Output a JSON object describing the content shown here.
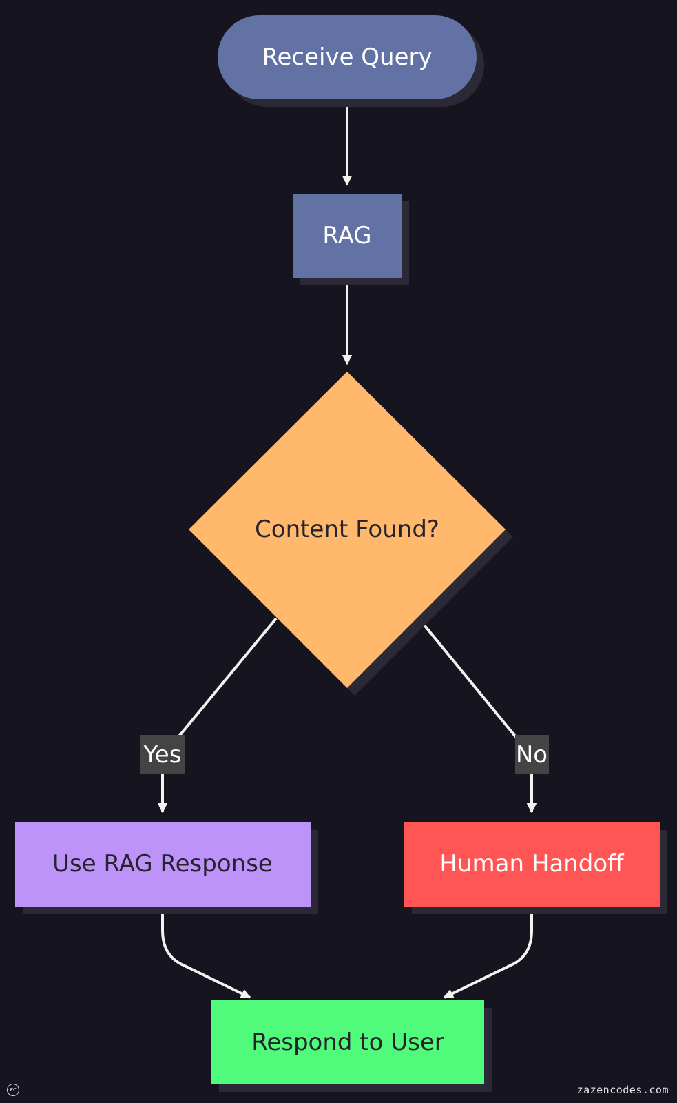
{
  "colors": {
    "background": "#16151f",
    "shadow": "#2a2935",
    "edge": "#f2f2ee",
    "edge_label_bg": "#444444",
    "text_light": "#ffffff",
    "text_dark": "#25242e",
    "start_node": "#6272a4",
    "rag_node": "#6272a4",
    "decision_node": "#ffb86c",
    "yes_node": "#bd93f9",
    "no_node": "#ff5555",
    "end_node": "#50fa7b"
  },
  "nodes": {
    "receive_query": {
      "label": "Receive Query",
      "shape": "stadium"
    },
    "rag": {
      "label": "RAG",
      "shape": "rectangle"
    },
    "content_found": {
      "label": "Content Found?",
      "shape": "diamond"
    },
    "use_rag_response": {
      "label": "Use RAG Response",
      "shape": "rectangle"
    },
    "human_handoff": {
      "label": "Human Handoff",
      "shape": "rectangle"
    },
    "respond_to_user": {
      "label": "Respond to User",
      "shape": "rectangle"
    }
  },
  "edges": [
    {
      "from": "Receive Query",
      "to": "RAG"
    },
    {
      "from": "RAG",
      "to": "Content Found?"
    },
    {
      "from": "Content Found?",
      "to": "Use RAG Response",
      "label": "Yes"
    },
    {
      "from": "Content Found?",
      "to": "Human Handoff",
      "label": "No"
    },
    {
      "from": "Use RAG Response",
      "to": "Respond to User"
    },
    {
      "from": "Human Handoff",
      "to": "Respond to User"
    }
  ],
  "edge_labels": {
    "yes": "Yes",
    "no": "No"
  },
  "watermark": {
    "text": "zazencodes.com",
    "logo_text": "ƶc"
  }
}
